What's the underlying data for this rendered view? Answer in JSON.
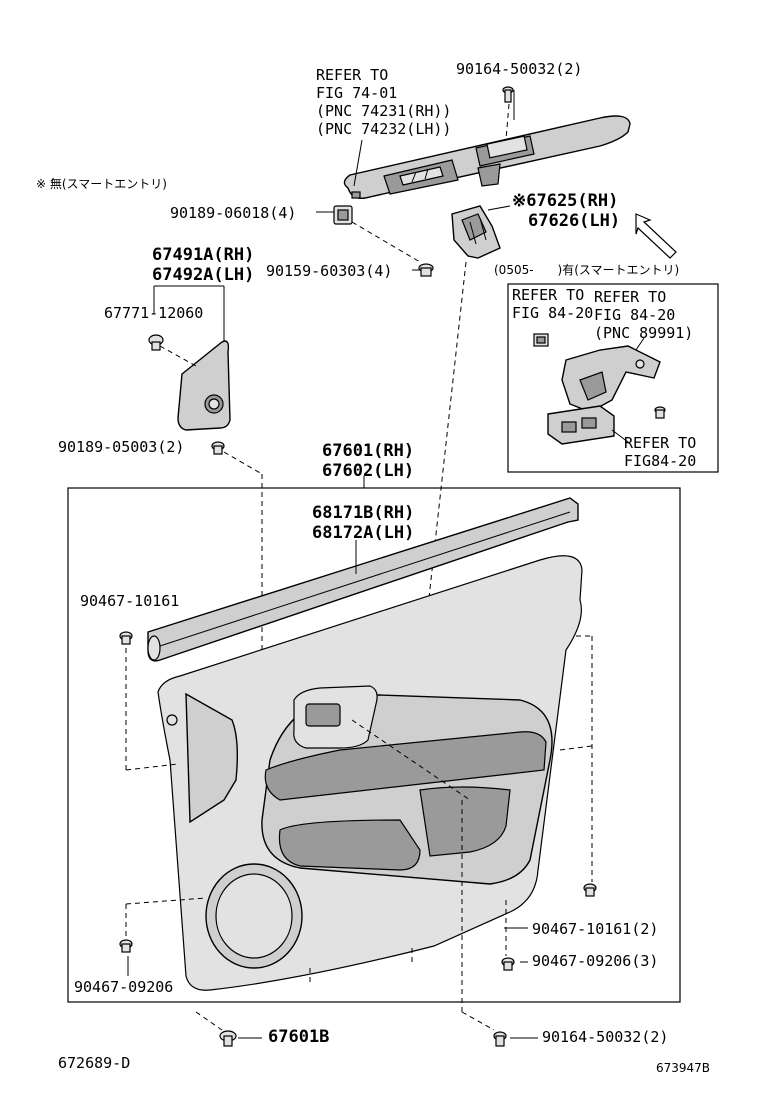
{
  "labels": {
    "switch_panel_ref_1": "REFER TO",
    "switch_panel_ref_2": "FIG 74-01",
    "switch_panel_ref_3": "(PNC 74231(RH))",
    "switch_panel_ref_4": "(PNC 74232(LH))",
    "screw_top": "90164-50032(2)",
    "note_no_smart_entry": "※ 無(スマートエントリ)",
    "clip_top": "90189-06018(4)",
    "bracket_rh": "※67625(RH)",
    "bracket_lh": "67626(LH)",
    "cover_rh": "67491A(RH)",
    "cover_lh": "67492A(LH)",
    "screw_mid": "90159-60303(4)",
    "smart_entry_note": "(0505-　　)有(スマートエントリ)",
    "inset_ref_a_1": "REFER TO",
    "inset_ref_a_2": "FIG 84-20",
    "inset_ref_b_1": "REFER TO",
    "inset_ref_b_2": "FIG 84-20",
    "inset_ref_b_3": "(PNC 89991)",
    "inset_ref_c_1": "REFER TO",
    "inset_ref_c_2": "FIG84-20",
    "clip_cover": "67771-12060",
    "clip_left": "90189-05003(2)",
    "trim_rh": "67601(RH)",
    "trim_lh": "67602(LH)",
    "weatherstrip_rh": "68171B(RH)",
    "weatherstrip_lh": "68172A(LH)",
    "clip_panel_left": "90467-10161",
    "clip_panel_right": "90467-10161(2)",
    "clip_bottom_right": "90467-09206(3)",
    "clip_bottom_left": "90467-09206",
    "plug": "67601B",
    "screw_bottom": "90164-50032(2)",
    "code_left": "672689-D",
    "code_right": "673947B"
  }
}
